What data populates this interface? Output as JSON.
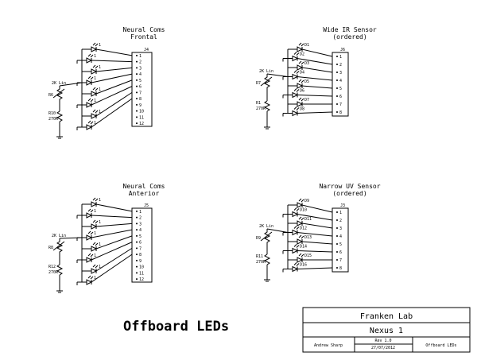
{
  "sheet_title": "Offboard LEDs",
  "blocks": [
    {
      "id": "neural-frontal",
      "title": [
        "Neural Coms",
        "Frontal"
      ],
      "connector": "J4",
      "pot_value": "2K Lin",
      "pot_ref": "R6",
      "res_ref": "R10",
      "res_value": "270R",
      "pins": [
        "1",
        "2",
        "3",
        "4",
        "5",
        "6",
        "7",
        "8",
        "9",
        "10",
        "11",
        "12"
      ],
      "leds": [
        "1",
        "1",
        "1",
        "1",
        "1",
        "1",
        "1",
        "1"
      ]
    },
    {
      "id": "wide-ir",
      "title": [
        "Wide IR Sensor",
        "(ordered)"
      ],
      "connector": "J6",
      "pot_value": "2K Lin",
      "pot_ref": "R7",
      "res_ref": "R1",
      "res_value": "270R",
      "pins": [
        "1",
        "2",
        "3",
        "4",
        "5",
        "6",
        "7",
        "8"
      ],
      "leds": [
        "D1",
        "D2",
        "D3",
        "D4",
        "D5",
        "D6",
        "D7",
        "D8"
      ]
    },
    {
      "id": "neural-anterior",
      "title": [
        "Neural Coms",
        "Anterior"
      ],
      "connector": "J5",
      "pot_value": "2K Lin",
      "pot_ref": "R8",
      "res_ref": "R12",
      "res_value": "270R",
      "pins": [
        "1",
        "2",
        "3",
        "4",
        "5",
        "6",
        "7",
        "8",
        "9",
        "10",
        "11",
        "12"
      ],
      "leds": [
        "1",
        "1",
        "1",
        "1",
        "1",
        "1",
        "1",
        "1"
      ]
    },
    {
      "id": "narrow-uv",
      "title": [
        "Narrow UV Sensor",
        "(ordered)"
      ],
      "connector": "J3",
      "pot_value": "2K Lin",
      "pot_ref": "R9",
      "res_ref": "R11",
      "res_value": "270R",
      "pins": [
        "1",
        "2",
        "3",
        "4",
        "5",
        "6",
        "7",
        "8"
      ],
      "leds": [
        "D9",
        "D10",
        "D11",
        "D12",
        "D13",
        "D14",
        "D15",
        "D16"
      ]
    }
  ],
  "title_block": {
    "company": "Franken Lab",
    "project": "Nexus 1",
    "author": "Andrew Sharp",
    "revision": "Rev 1.0",
    "date": "27/07/2012",
    "sheet_name": "Offboard LEDs"
  }
}
